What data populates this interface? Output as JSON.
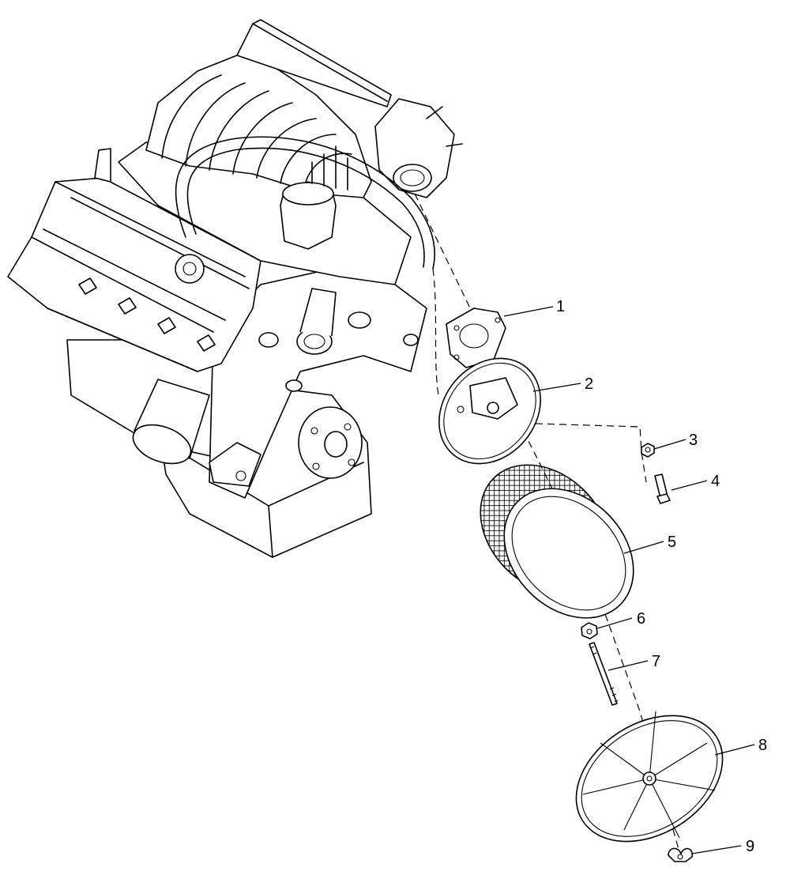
{
  "callouts": [
    {
      "number": "1",
      "part": "throttle-body-gasket"
    },
    {
      "number": "2",
      "part": "air-cleaner-base"
    },
    {
      "number": "3",
      "part": "nut"
    },
    {
      "number": "4",
      "part": "bolt"
    },
    {
      "number": "5",
      "part": "air-filter-element"
    },
    {
      "number": "6",
      "part": "nut"
    },
    {
      "number": "7",
      "part": "stud"
    },
    {
      "number": "8",
      "part": "air-cleaner-cover"
    },
    {
      "number": "9",
      "part": "wing-nut"
    }
  ]
}
